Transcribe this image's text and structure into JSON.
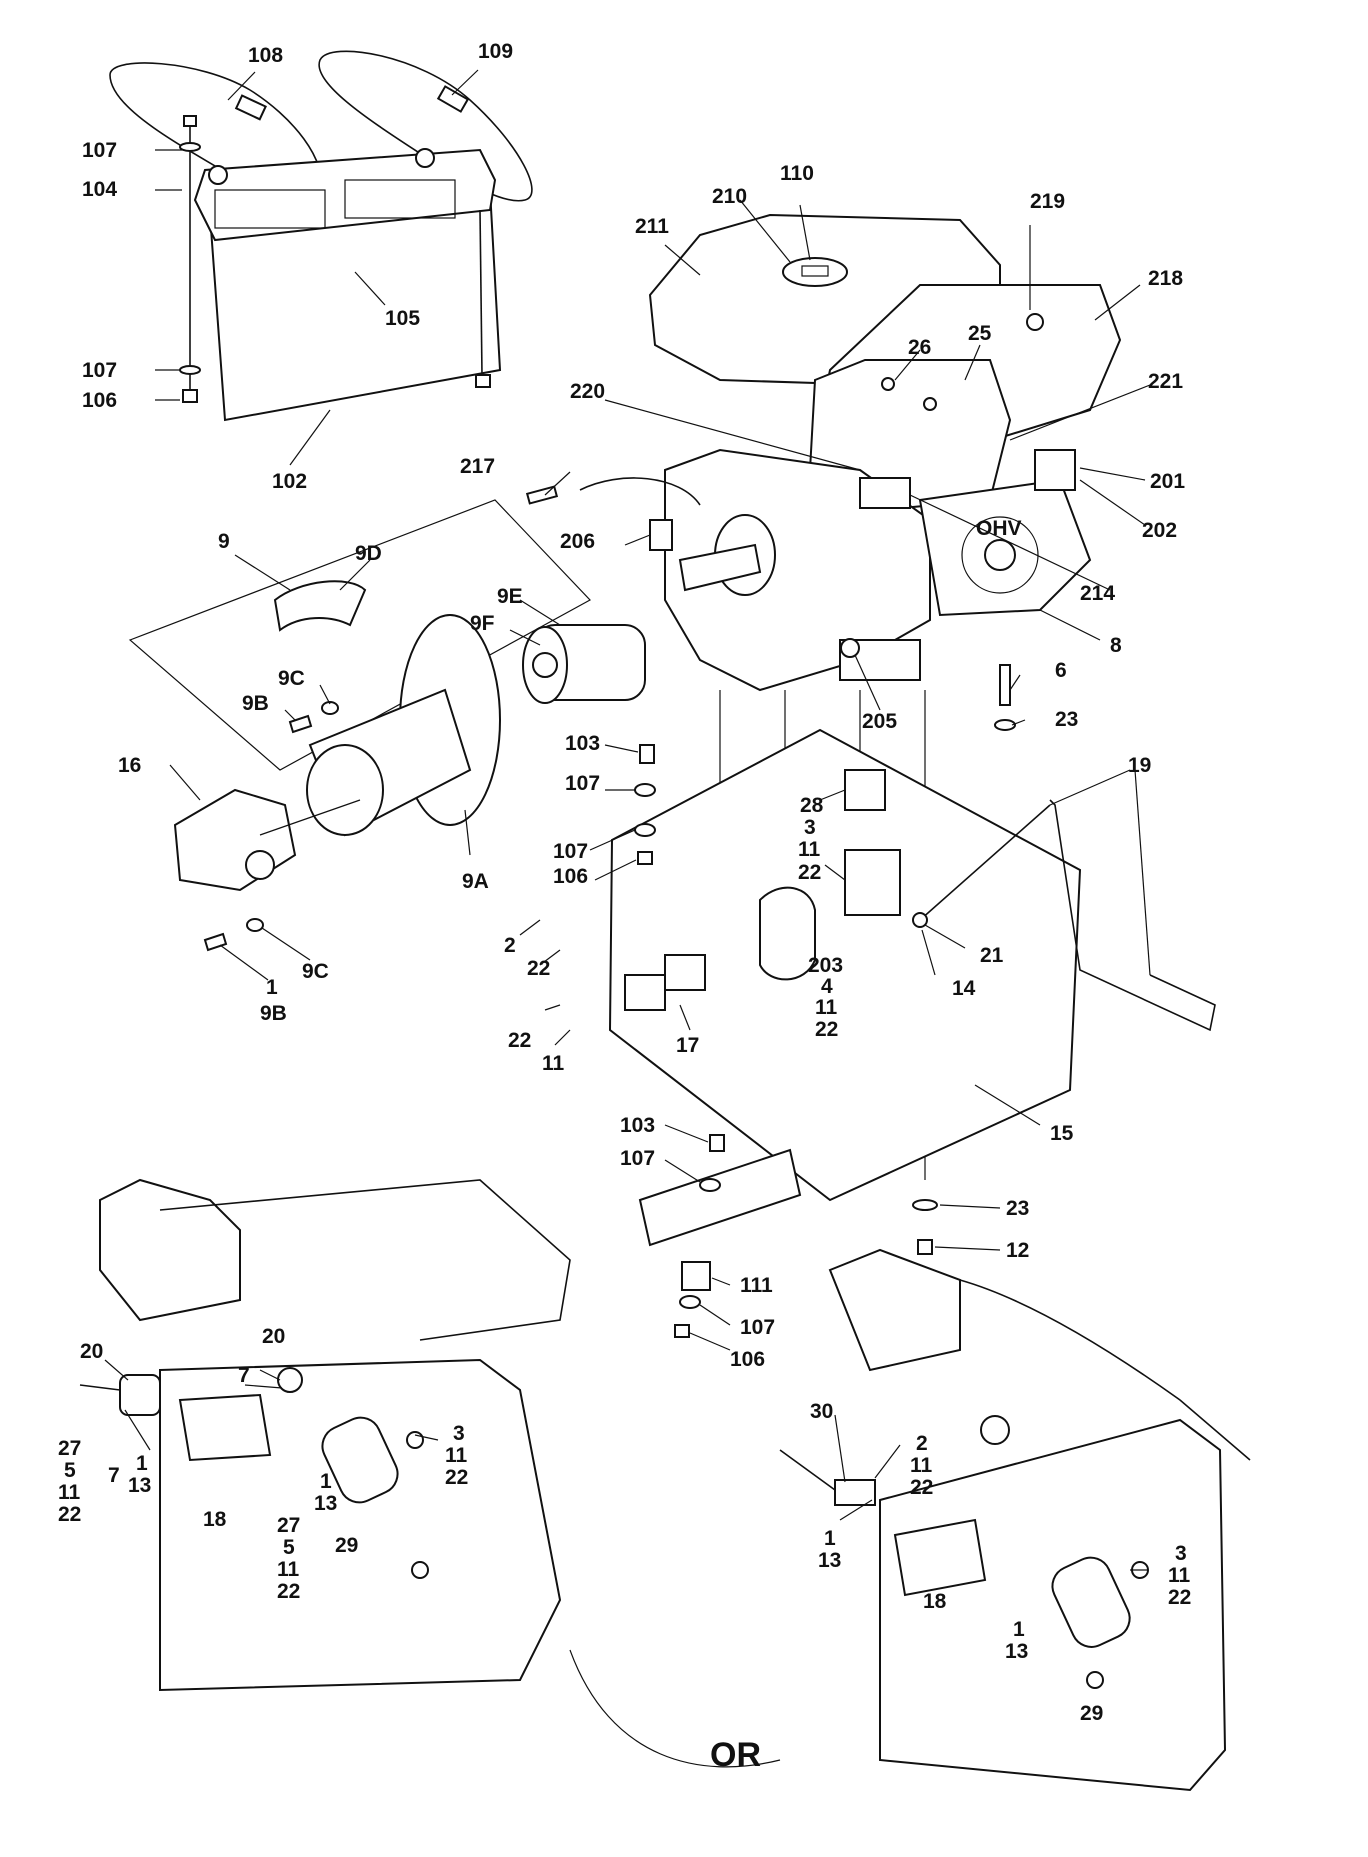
{
  "labels": {
    "l108": "108",
    "l109": "109",
    "l107a": "107",
    "l104": "104",
    "l105": "105",
    "l107b": "107",
    "l106a": "106",
    "l102": "102",
    "l110": "110",
    "l210": "210",
    "l211": "211",
    "l219": "219",
    "l218": "218",
    "l26": "26",
    "l25": "25",
    "l221": "221",
    "l220": "220",
    "l201": "201",
    "l202": "202",
    "l217": "217",
    "l206": "206",
    "l214": "214",
    "l8": "8",
    "l205": "205",
    "l9": "9",
    "l9D": "9D",
    "l9E": "9E",
    "l9F": "9F",
    "l9C": "9C",
    "l9B": "9B",
    "l16": "16",
    "l9A": "9A",
    "l9C2": "9C",
    "l1a": "1",
    "l9B2": "9B",
    "l6": "6",
    "l23a": "23",
    "l19": "19",
    "l103a": "103",
    "l107c": "107",
    "l107d": "107",
    "l106b": "106",
    "l28": "28",
    "l3a": "3",
    "l11a": "11",
    "l22a": "22",
    "l2a": "2",
    "l22b": "22",
    "l21": "21",
    "l14": "14",
    "l203": "203",
    "l4": "4",
    "l11b": "11",
    "l22c": "22",
    "l22d": "22",
    "l11c": "11",
    "l17": "17",
    "l15": "15",
    "l103b": "103",
    "l107e": "107",
    "l23b": "23",
    "l12": "12",
    "l111": "111",
    "l107f": "107",
    "l106c": "106",
    "l20a": "20",
    "l20b": "20",
    "l7a": "7",
    "l27a": "27",
    "l5a": "5",
    "l11d": "11",
    "l22e": "22",
    "l7b": "7",
    "l1b": "1",
    "l13a": "13",
    "l18a": "18",
    "l27b": "27",
    "l5b": "5",
    "l11e": "11",
    "l22f": "22",
    "l1c": "1",
    "l13b": "13",
    "l29a": "29",
    "l3b": "3",
    "l11f": "11",
    "l22g": "22",
    "l30": "30",
    "l2b": "2",
    "l11g": "11",
    "l22h": "22",
    "l1d": "1",
    "l13c": "13",
    "l18b": "18",
    "l1e": "1",
    "l13d": "13",
    "l29b": "29",
    "l3c": "3",
    "l11h": "11",
    "l22i": "22",
    "or": "OR"
  },
  "brand_mark": "OHV"
}
